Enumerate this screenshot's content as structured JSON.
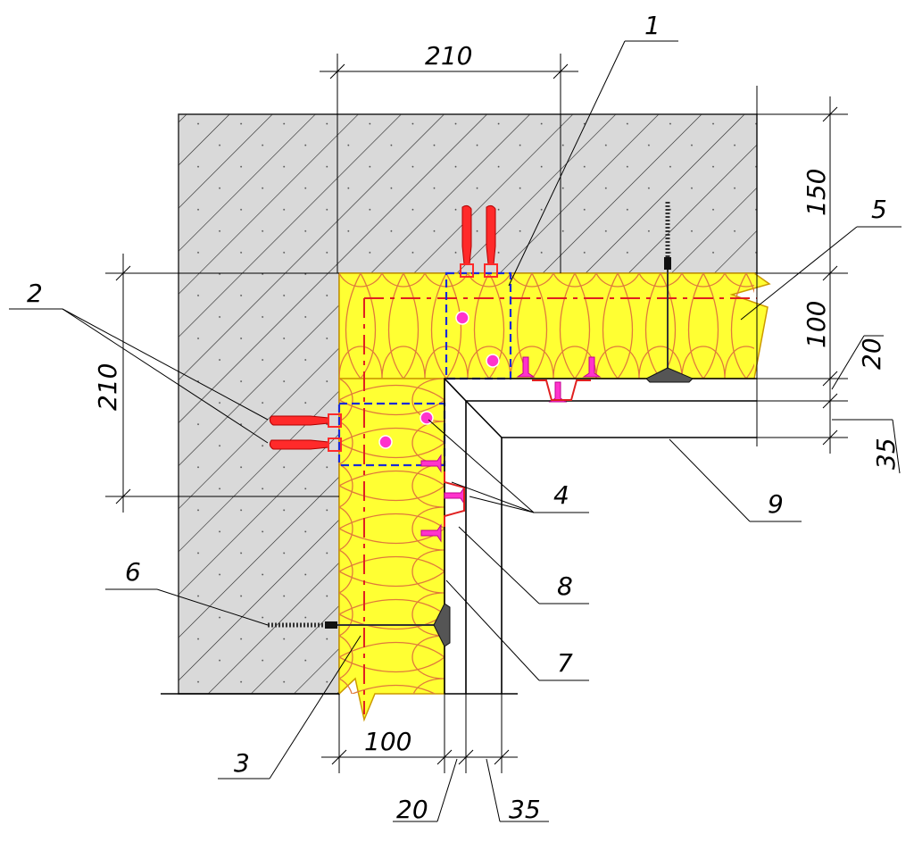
{
  "dimensions": {
    "top_width": "210",
    "left_height": "210",
    "right_150": "150",
    "right_100": "100",
    "right_20": "20",
    "right_35": "35",
    "bottom_100": "100",
    "bottom_20": "20",
    "bottom_35": "35"
  },
  "callouts": {
    "c1": "1",
    "c2": "2",
    "c3": "3",
    "c4": "4",
    "c5": "5",
    "c6": "6",
    "c7": "7",
    "c8": "8",
    "c9": "9"
  },
  "colors": {
    "concrete": "#d9d9d9",
    "insulation": "#ffff33",
    "insulation_outline": "#cc9900",
    "anchor": "#ff2a2a",
    "fastener": "#ff33cc",
    "panel_edge": "#1a2bd6"
  }
}
